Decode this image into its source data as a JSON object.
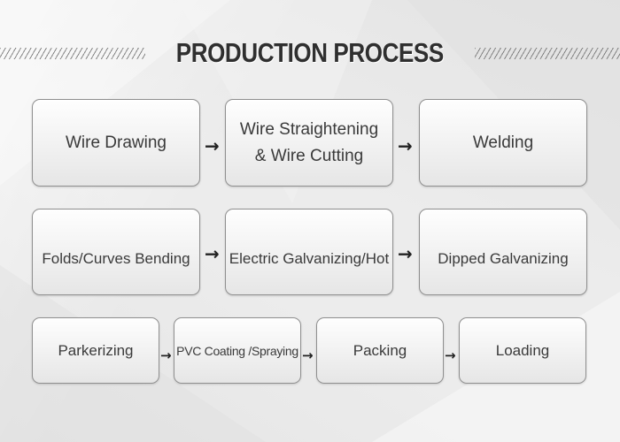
{
  "title": "PRODUCTION PROCESS",
  "arrow_glyph": "→",
  "steps": [
    {
      "label": "Wire Drawing"
    },
    {
      "lines": [
        "Wire Straightening",
        "& Wire Cutting"
      ]
    },
    {
      "label": "Welding"
    },
    {
      "label": "Folds/Curves Bending"
    },
    {
      "label": "Electric Galvanizing/Hot"
    },
    {
      "label": "Dipped Galvanizing"
    },
    {
      "label": "Parkerizing"
    },
    {
      "label": "PVC Coating /Spraying"
    },
    {
      "label": "Packing"
    },
    {
      "label": "Loading"
    }
  ],
  "colors": {
    "background": "#ececec",
    "box_border": "#8f8f8f",
    "text": "#3a3a3a",
    "title": "#2f2f2f"
  }
}
